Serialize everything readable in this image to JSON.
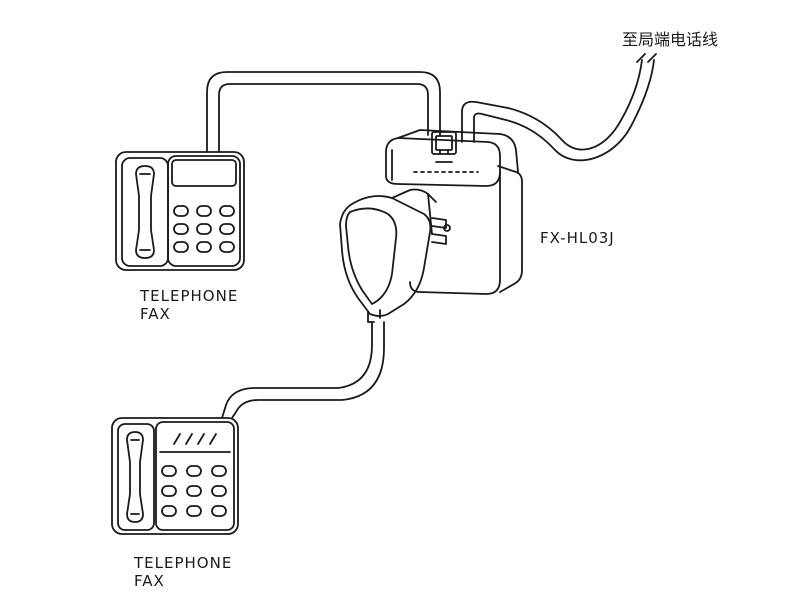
{
  "labels": {
    "line_to_exchange": "至局端电话线",
    "device_model": "FX-HL03J",
    "phone_top_line1": "TELEPHONE",
    "phone_top_line2": "FAX",
    "phone_bottom_line1": "TELEPHONE",
    "phone_bottom_line2": "FAX"
  },
  "colors": {
    "stroke": "#1a1a1a",
    "background": "#ffffff"
  },
  "icons": {
    "telephone_top": "telephone-fax-icon",
    "telephone_bottom": "telephone-fax-icon",
    "device": "junction-box-icon",
    "adapter": "power-adapter-icon"
  }
}
